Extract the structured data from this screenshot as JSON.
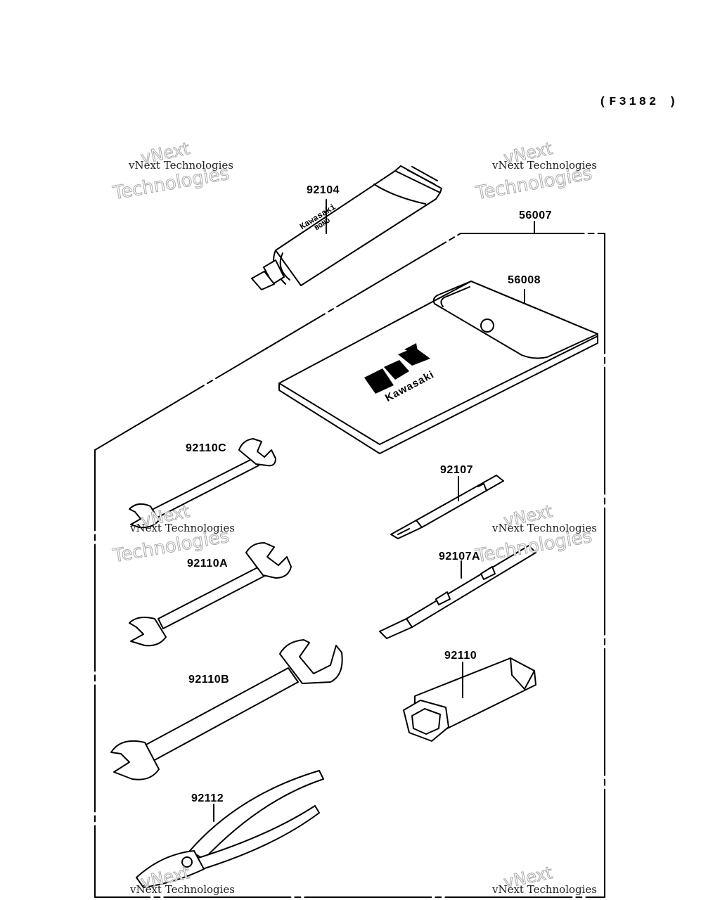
{
  "diagram_code": "(F3182 )",
  "watermark": {
    "brand": "vNext",
    "company": "vNext Technologies",
    "word": "Technologies"
  },
  "parts": {
    "bond_tube": {
      "code": "92104",
      "label_line1": "Kawasaki",
      "label_line2": "BOND"
    },
    "tool_kit": {
      "code": "56007"
    },
    "tool_bag": {
      "code": "56008",
      "brand": "Kawasaki"
    },
    "wrench_c": {
      "code": "92110C"
    },
    "wrench_a": {
      "code": "92110A"
    },
    "wrench_b": {
      "code": "92110B"
    },
    "screwdriver": {
      "code": "92107"
    },
    "screwdriver_handle": {
      "code": "92107A"
    },
    "plug_wrench": {
      "code": "92110"
    },
    "pliers": {
      "code": "92112"
    }
  }
}
